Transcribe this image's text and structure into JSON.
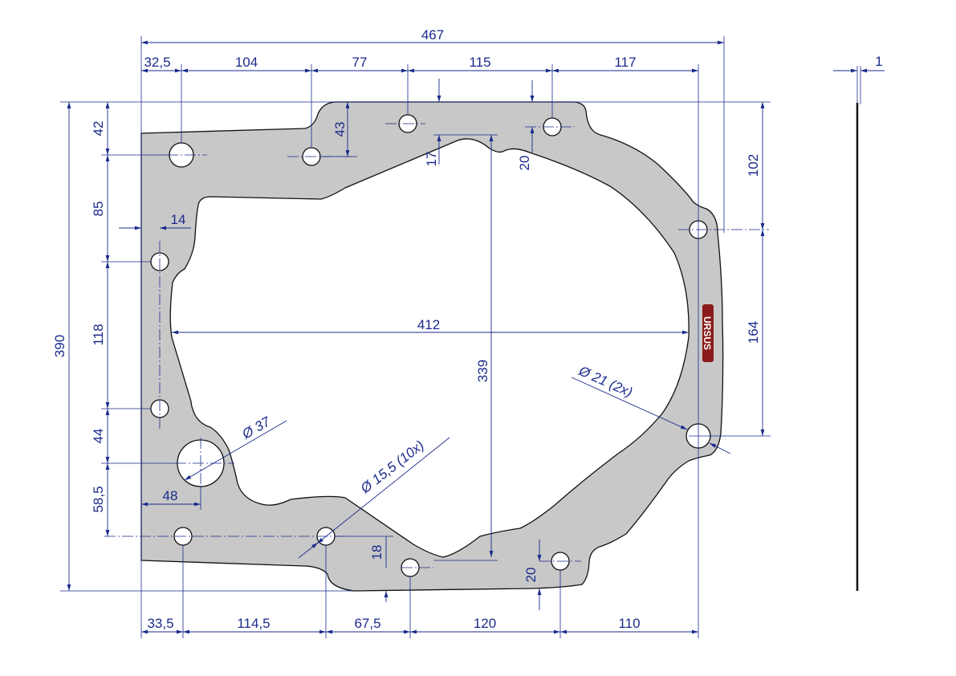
{
  "colors": {
    "part_fill": "#c8c8c8",
    "outline": "#111111",
    "dimension": "#1a2a8c",
    "logo": "#8b1a1a"
  },
  "logo": {
    "text": "URSUS"
  },
  "dimensions": {
    "top_overall": "467",
    "top_chain": [
      "32,5",
      "104",
      "77",
      "115",
      "117"
    ],
    "bottom_chain": [
      "33,5",
      "114,5",
      "67,5",
      "120",
      "110"
    ],
    "left_overall": "390",
    "left_chain": [
      "42",
      "85",
      "118",
      "44",
      "58,5"
    ],
    "right_chain": [
      "102",
      "164"
    ],
    "thickness": "1",
    "inner": {
      "d43": "43",
      "d17": "17",
      "d20_top": "20",
      "d14": "14",
      "width_412": "412",
      "height_339": "339",
      "d48": "48",
      "d18": "18",
      "d20_bottom": "20"
    },
    "diameters": {
      "large": "Ø 37",
      "holes": "Ø 15,5 (10x)",
      "right_holes": "Ø 21 (2x)"
    }
  }
}
